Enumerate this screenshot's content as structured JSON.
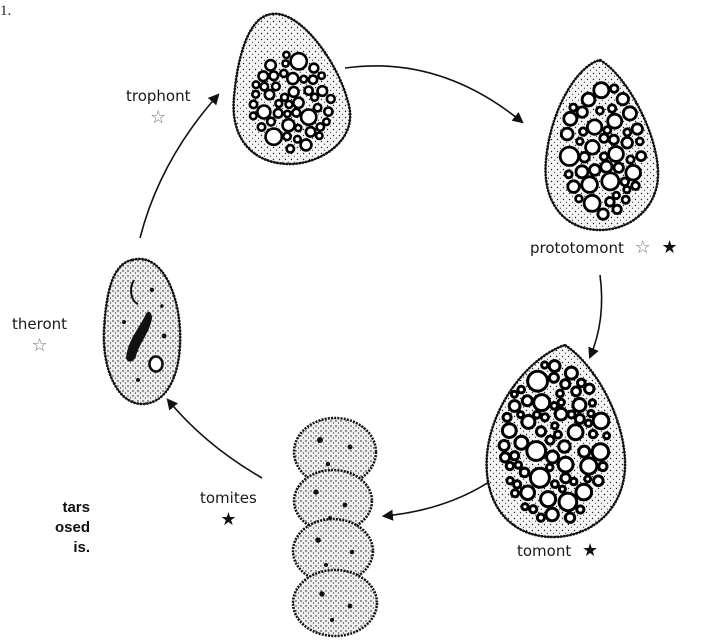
{
  "top_fragment": "1.",
  "stages": {
    "trophont": {
      "label": "trophont",
      "star": "☆"
    },
    "prototomont": {
      "label": "prototomont",
      "star_open": "☆",
      "star_filled": "★"
    },
    "tomont": {
      "label": "tomont",
      "star": "★"
    },
    "tomites": {
      "label": "tomites",
      "star": "★"
    },
    "theront": {
      "label": "theront",
      "star": "☆"
    }
  },
  "legend_fragment": {
    "line1": "tars",
    "line2": "osed",
    "line3": "is."
  }
}
